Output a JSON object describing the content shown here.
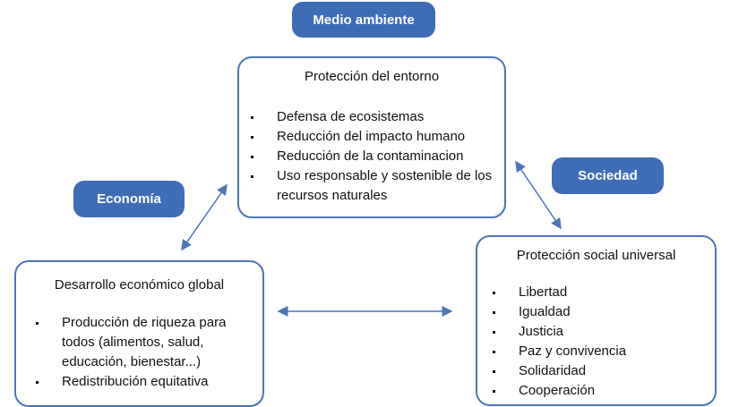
{
  "labels": {
    "medio_ambiente": "Medio ambiente",
    "economia": "Economía",
    "sociedad": "Sociedad"
  },
  "entorno": {
    "title": "Protección del entorno",
    "items": [
      "Defensa de ecosistemas",
      "Reducción del impacto humano",
      "Reducción de la contaminacion",
      "Uso responsable y sostenible de los recursos naturales"
    ]
  },
  "economico": {
    "title": "Desarrollo económico global",
    "items": [
      "Producción de riqueza para todos (alimentos, salud, educación, bienestar...)",
      "Redistribución equitativa"
    ]
  },
  "social": {
    "title": "Protección social universal",
    "items": [
      "Libertad",
      "Igualdad",
      "Justicia",
      "Paz y convivencia",
      "Solidaridad",
      "Cooperación"
    ]
  },
  "colors": {
    "accent": "#3d6db5",
    "border": "#4a76b8"
  }
}
